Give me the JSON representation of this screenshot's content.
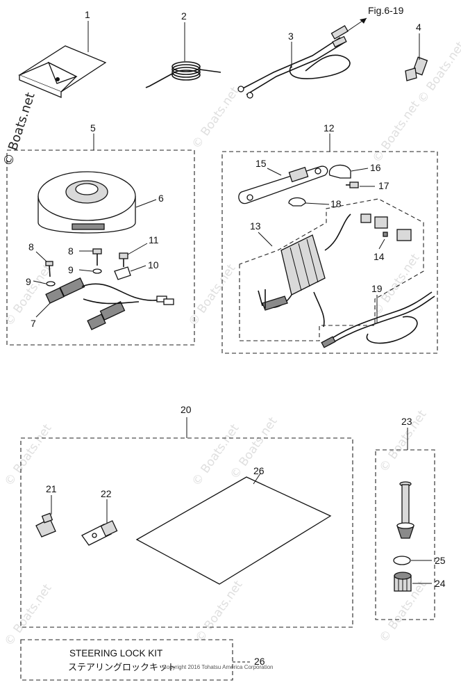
{
  "watermark": {
    "brand": "© Boats.net",
    "repeat_text": "© Boats.net"
  },
  "callouts": {
    "n1": "1",
    "n2": "2",
    "n3": "3",
    "n4": "4",
    "n5": "5",
    "n6": "6",
    "n7": "7",
    "n8a": "8",
    "n8b": "8",
    "n9a": "9",
    "n9b": "9",
    "n10": "10",
    "n11": "11",
    "n12": "12",
    "n13": "13",
    "n14": "14",
    "n15": "15",
    "n16": "16",
    "n17": "17",
    "n18": "18",
    "n19": "19",
    "n20": "20",
    "n21": "21",
    "n22": "22",
    "n23": "23",
    "n24": "24",
    "n25": "25",
    "n26": "26"
  },
  "figure_ref": "Fig.6-19",
  "kit": {
    "english": "STEERING LOCK KIT",
    "japanese": "ステアリングロックキット"
  },
  "copyright": "Copyright 2016 Tohatsu America Corporation"
}
